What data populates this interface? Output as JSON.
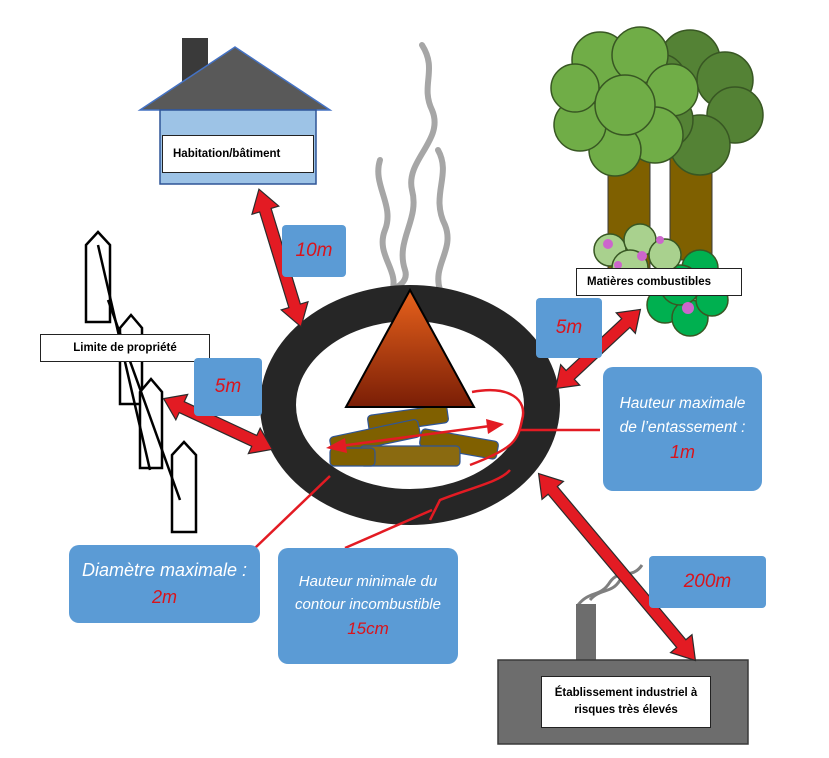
{
  "labels": {
    "house": "Habitation/bâtiment",
    "property": "Limite de propriété",
    "combustibles": "Matières  combustibles",
    "industrial": "Établissement industriel à risques très élevés"
  },
  "distances": {
    "house": "10m",
    "property": "5m",
    "combustibles": "5m",
    "industrial": "200m"
  },
  "notes": {
    "pile_height_text": "Hauteur maximale de l’entassement :",
    "pile_height_value": "1m",
    "diameter_text": "Diamètre maximale :",
    "diameter_value": "2m",
    "contour_text": "Hauteur minimale du contour incombustible",
    "contour_value": "15cm"
  },
  "colors": {
    "arrow": "#e31b23",
    "box_blue": "#5b9bd5",
    "ring": "#2b2b2b",
    "flame": "#c8410f",
    "house_wall": "#9dc3e6",
    "roof": "#595959",
    "tree_green": "#6aa84f",
    "trunk": "#7f6000",
    "factory": "#6d6d6d"
  }
}
